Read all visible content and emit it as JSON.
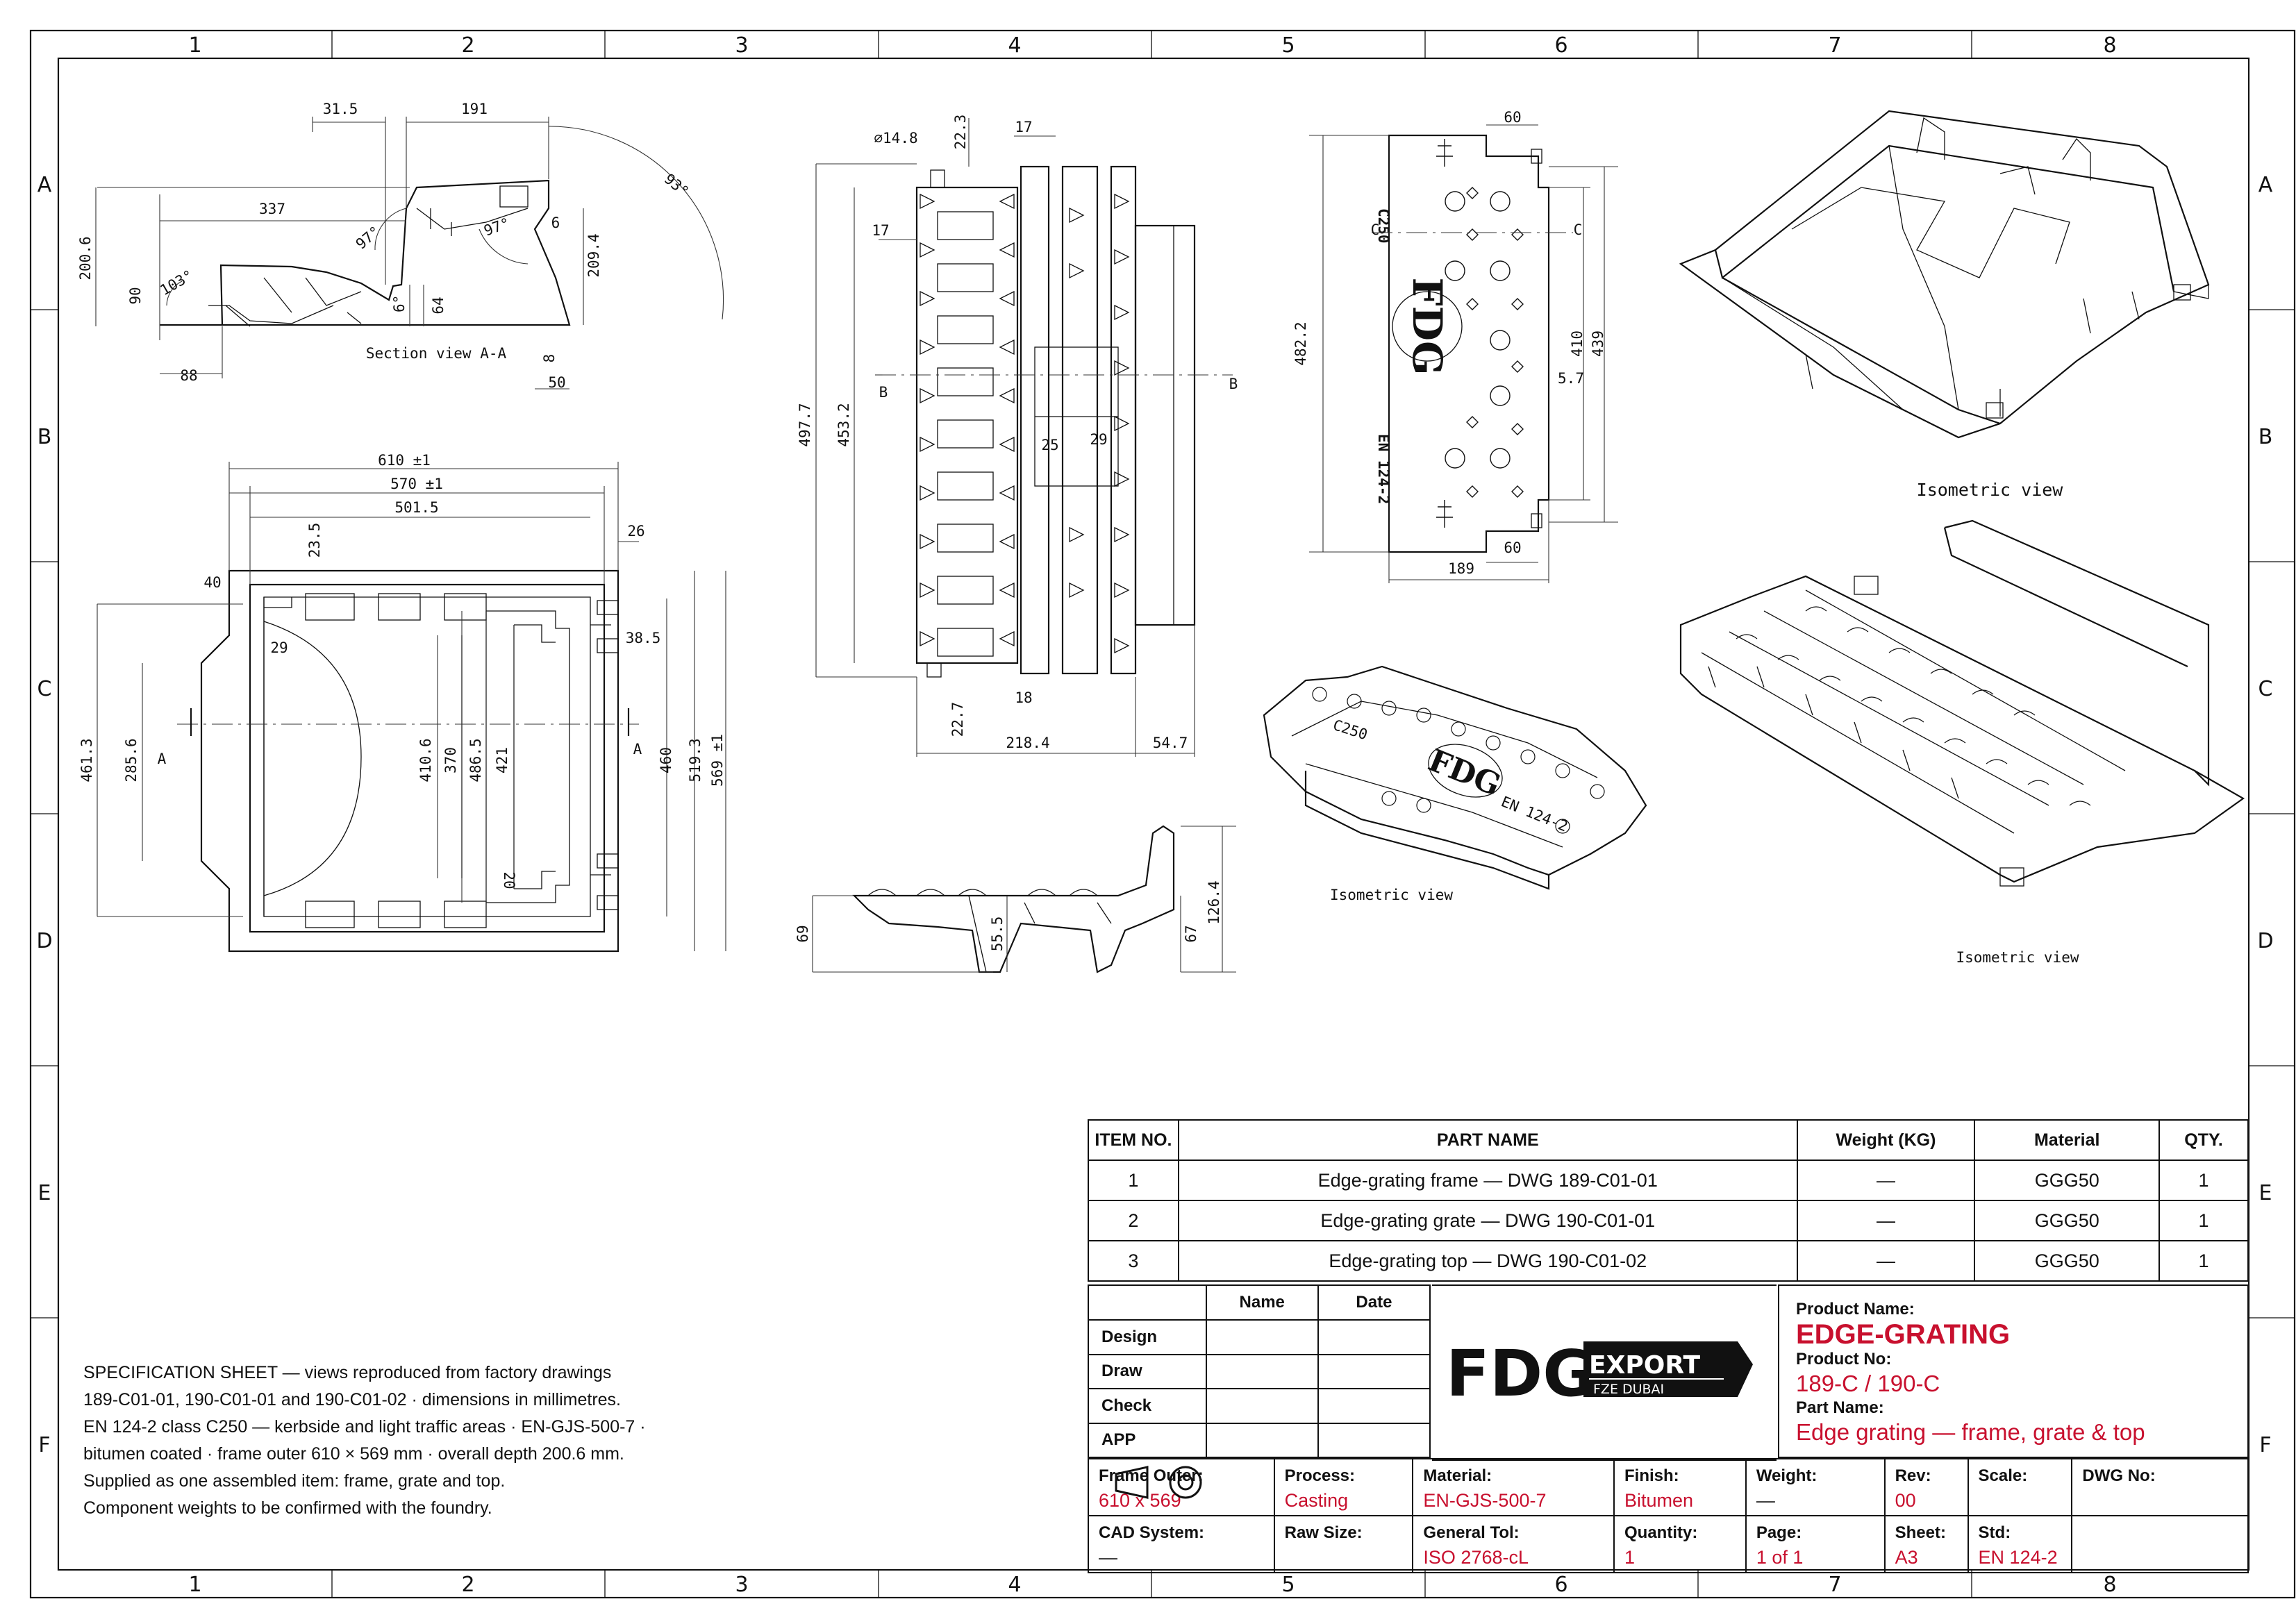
{
  "border": {
    "columns": [
      "1",
      "2",
      "3",
      "4",
      "5",
      "6",
      "7",
      "8"
    ],
    "rows": [
      "A",
      "B",
      "C",
      "D",
      "E",
      "F"
    ]
  },
  "view_labels": {
    "section_aa": "Section view A-A",
    "iso_main": "Isometric view",
    "iso_grate": "Isometric view",
    "iso_top": "Isometric view"
  },
  "dimensions": {
    "section": [
      "31.5",
      "191",
      "337",
      "97°",
      "97°",
      "93°",
      "6",
      "200.6",
      "209.4",
      "90",
      "103°",
      "6°",
      "64",
      "88",
      "8",
      "50"
    ],
    "plan": [
      "610 ±1",
      "570 ±1",
      "501.5",
      "26",
      "23.5",
      "40",
      "38.5",
      "29",
      "461.3",
      "285.6",
      "A",
      "A",
      "410.6",
      "370",
      "486.5",
      "421",
      "460",
      "519.3",
      "569 ±1",
      "20"
    ],
    "grate": [
      "⌀14.8",
      "22.3",
      "17",
      "17",
      "B",
      "B",
      "497.7",
      "453.2",
      "25",
      "29",
      "18",
      "22.7",
      "218.4",
      "54.7"
    ],
    "grate_side": [
      "69",
      "55.5",
      "67",
      "126.4"
    ],
    "top": [
      "60",
      "C",
      "C",
      "482.2",
      "410",
      "439",
      "5.7",
      "60",
      "189"
    ],
    "top_marks": [
      "C250",
      "EN 124-2",
      "FDG"
    ]
  },
  "bom": {
    "headers": [
      "ITEM NO.",
      "PART NAME",
      "Weight (KG)",
      "Material",
      "QTY."
    ],
    "rows": [
      {
        "item": "1",
        "name": "Edge-grating frame — DWG 189-C01-01",
        "weight": "—",
        "material": "GGG50",
        "qty": "1"
      },
      {
        "item": "2",
        "name": "Edge-grating grate — DWG 190-C01-01",
        "weight": "—",
        "material": "GGG50",
        "qty": "1"
      },
      {
        "item": "3",
        "name": "Edge-grating top — DWG 190-C01-02",
        "weight": "—",
        "material": "GGG50",
        "qty": "1"
      }
    ]
  },
  "signoff": {
    "col_name": "Name",
    "col_date": "Date",
    "rows": [
      "Design",
      "Draw",
      "Check",
      "APP"
    ]
  },
  "logo": {
    "brand": "FDG",
    "word": "EXPORT",
    "sub": "FZE DUBAI"
  },
  "product": {
    "name_label": "Product Name:",
    "name": "EDGE-GRATING",
    "no_label": "Product No:",
    "no": "189-C / 190-C",
    "part_label": "Part Name:",
    "part": "Edge grating — frame, grate & top"
  },
  "meta": {
    "frame_outer": {
      "k": "Frame Outer:",
      "v": "610 x 569"
    },
    "process": {
      "k": "Process:",
      "v": "Casting"
    },
    "material": {
      "k": "Material:",
      "v": "EN-GJS-500-7"
    },
    "finish": {
      "k": "Finish:",
      "v": "Bitumen"
    },
    "weight": {
      "k": "Weight:",
      "v": "—"
    },
    "rev": {
      "k": "Rev:",
      "v": "00"
    },
    "scale": {
      "k": "Scale:",
      "v": ""
    },
    "dwg_no": {
      "k": "DWG No:",
      "v": ""
    },
    "cad": {
      "k": "CAD System:",
      "v": "—"
    },
    "raw": {
      "k": "Raw Size:",
      "v": ""
    },
    "tol": {
      "k": "General Tol:",
      "v": "ISO 2768-cL"
    },
    "qty": {
      "k": "Quantity:",
      "v": "1"
    },
    "page": {
      "k": "Page:",
      "v": "1 of 1"
    },
    "sheet": {
      "k": "Sheet:",
      "v": "A3"
    },
    "std": {
      "k": "Std:",
      "v": "EN 124-2"
    }
  },
  "spec": [
    "SPECIFICATION SHEET — views reproduced from factory drawings",
    "189-C01-01, 190-C01-01 and 190-C01-02 · dimensions in millimetres.",
    "EN 124-2 class C250 — kerbside and light traffic areas · EN-GJS-500-7 ·",
    "bitumen coated · frame outer 610 × 569 mm · overall depth 200.6 mm.",
    "Supplied as one assembled item: frame, grate and top.",
    "Component weights to be confirmed with the foundry."
  ],
  "colors": {
    "ink": "#111111",
    "accent": "#c8102e"
  }
}
